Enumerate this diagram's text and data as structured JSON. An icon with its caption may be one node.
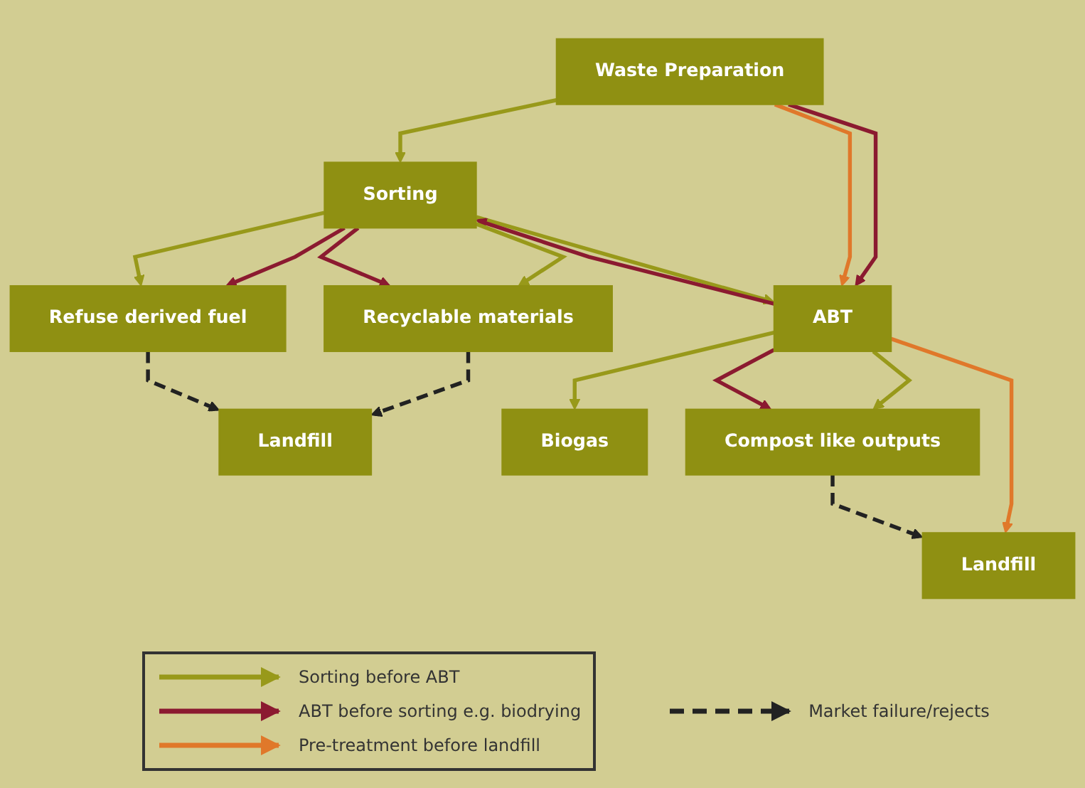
{
  "diagram": {
    "nodes": [
      {
        "text": [
          "Waste Preparation"
        ]
      },
      {
        "text": [
          "Landfill"
        ]
      },
      {
        "text": [
          "Landfill"
        ]
      },
      {
        "text": [
          "Sorting"
        ]
      },
      {
        "text": [
          "ABT"
        ]
      },
      {
        "text": [
          "Recyclable materials"
        ]
      },
      {
        "text": [
          "Refuse derived fuel"
        ]
      },
      {
        "text": [
          "Biogas"
        ]
      },
      {
        "text": [
          "Compost like outputs"
        ]
      }
    ],
    "edges": [
      {
        "from": 0,
        "to": 3,
        "arrow": "to"
      },
      {
        "from": 0,
        "to": 4,
        "arrow": "to",
        "color": "#8b1a30"
      },
      {
        "from": 0,
        "to": 4,
        "arrow": "to",
        "color": "#e0782a"
      },
      {
        "from": 3,
        "to": 4,
        "arrow": "to"
      },
      {
        "from": 4,
        "to": 3,
        "arrow": "to",
        "color": "#8b1a30"
      },
      {
        "from": 3,
        "to": 5,
        "arrow": "to"
      },
      {
        "from": 3,
        "to": 5,
        "arrow": "to",
        "color": "#8b1a30"
      },
      {
        "from": 3,
        "to": 6,
        "arrow": "to",
        "color": "#8b1a30"
      },
      {
        "from": 3,
        "to": 6,
        "arrow": "to"
      },
      {
        "from": 4,
        "to": 7,
        "arrow": "to"
      },
      {
        "from": 4,
        "to": 8,
        "arrow": "to"
      },
      {
        "from": 4,
        "to": 8,
        "arrow": "to",
        "color": "#8b1a30"
      },
      {
        "from": 4,
        "to": 2,
        "arrow": "to",
        "color": "#e0782a"
      },
      {
        "from": 5,
        "to": 1,
        "arrow": "to",
        "style": "dashed",
        "color": "#222222"
      },
      {
        "from": 6,
        "to": 1,
        "arrow": "to",
        "style": "dashed",
        "color": "#222222"
      },
      {
        "from": 8,
        "to": 2,
        "arrow": "to",
        "style": "dashed",
        "color": "#222222"
      }
    ],
    "legend": [
      {
        "text": "Sorting before ABT"
      },
      {
        "text": "ABT before sorting e.g. biodrying"
      },
      {
        "text": "Pre-treatment before landfill"
      },
      {
        "text": "Market failure/rejects"
      }
    ]
  }
}
